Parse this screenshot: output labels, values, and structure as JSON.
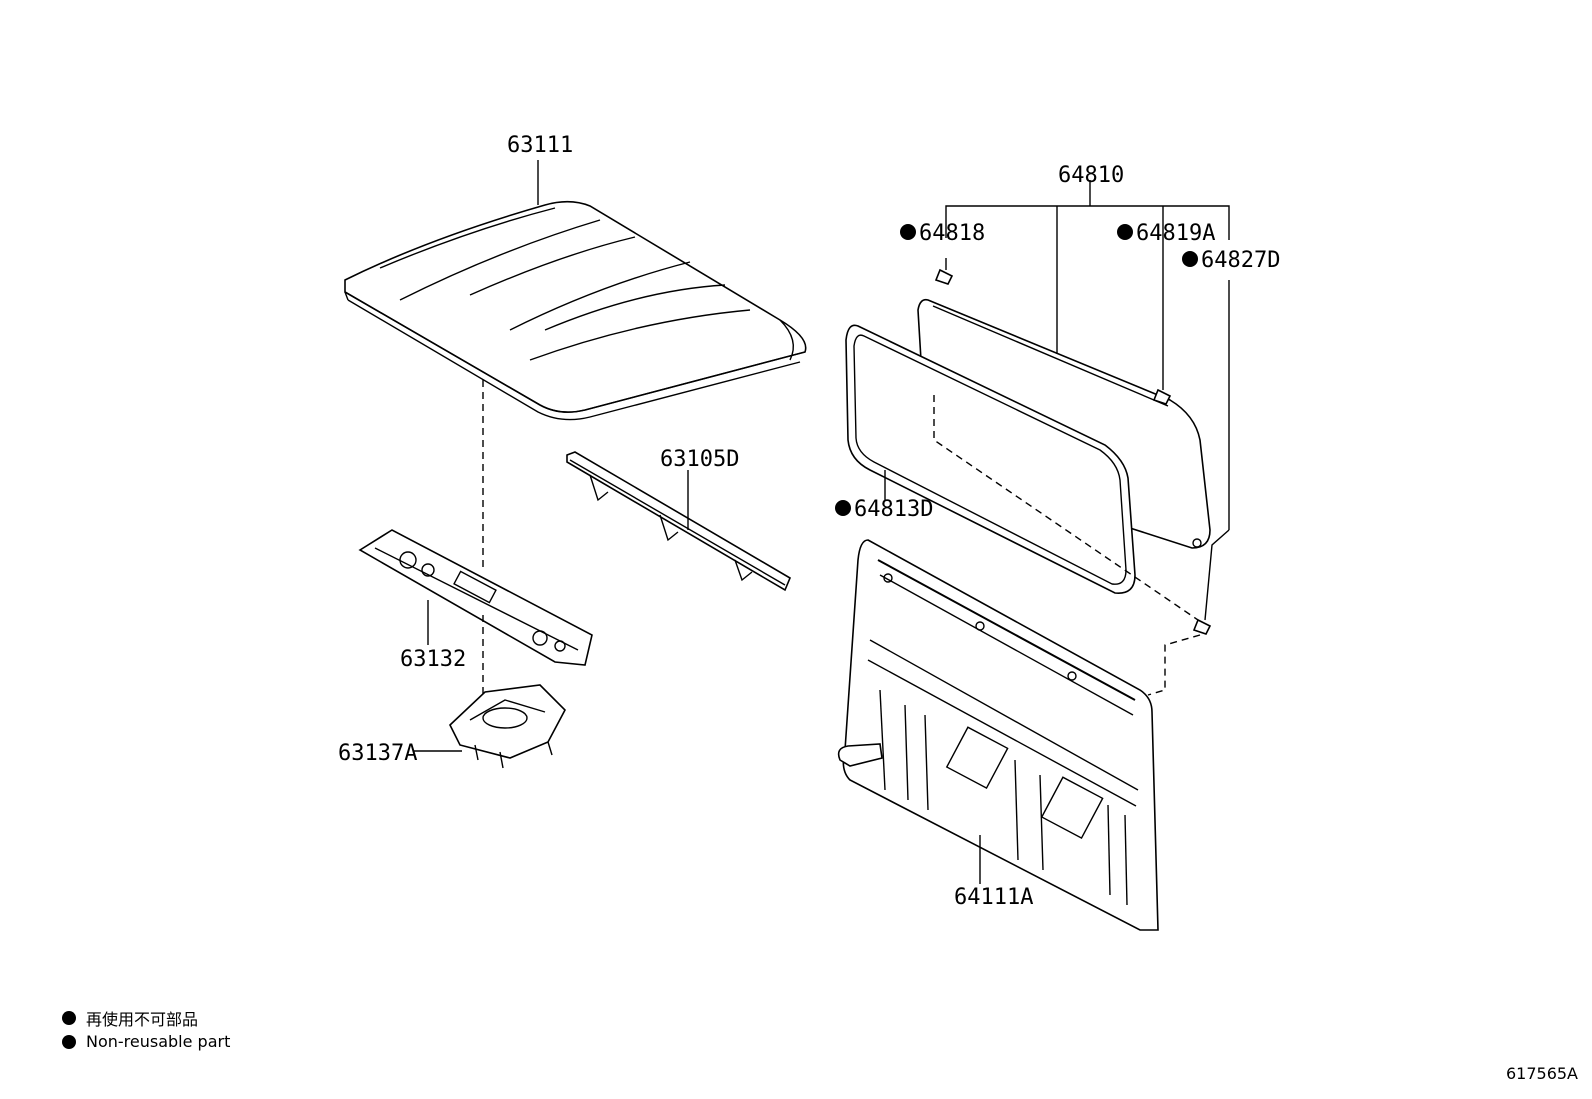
{
  "labels": {
    "p63111": "63111",
    "p64810": "64810",
    "p64818": "64818",
    "p64819a": "64819A",
    "p64827d": "64827D",
    "p63105d": "63105D",
    "p64813d": "64813D",
    "p63132": "63132",
    "p63137a": "63137A",
    "p64111a": "64111A"
  },
  "legend": {
    "line1": "再使用不可部品",
    "line2": "Non-reusable part"
  },
  "diagram_code": "617565A"
}
